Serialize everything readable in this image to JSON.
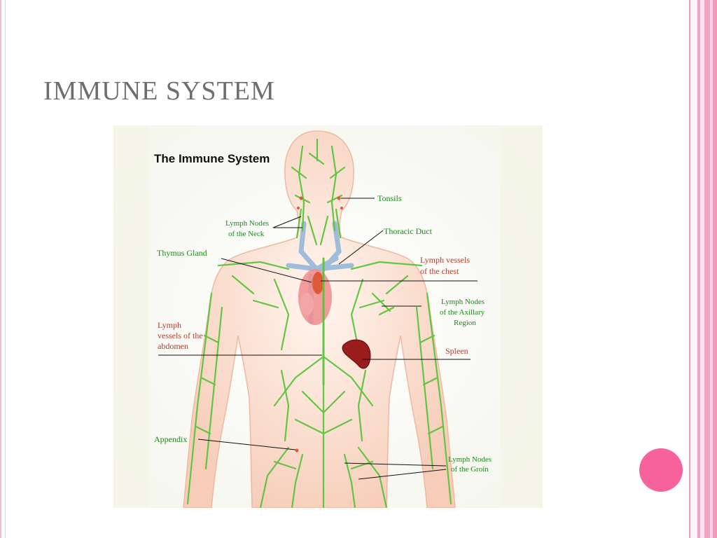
{
  "slide": {
    "title": "IMMUNE SYSTEM"
  },
  "diagram": {
    "title": "The Immune System",
    "labels": {
      "tonsils": "Tonsils",
      "neck_1": "Lymph Nodes",
      "neck_2": "of the Neck",
      "thoracic_duct": "Thoracic Duct",
      "thymus": "Thymus Gland",
      "chest_1": "Lymph vessels",
      "chest_2": "of the chest",
      "axillary_1": "Lymph Nodes",
      "axillary_2": "of the Axillary",
      "axillary_3": "Region",
      "abdomen_1": "Lymph",
      "abdomen_2": "vessels of the",
      "abdomen_3": "abdomen",
      "spleen": "Spleen",
      "appendix": "Appendix",
      "groin_1": "Lymph Nodes",
      "groin_2": "of the Groin"
    }
  },
  "colors": {
    "accent_pink": "#f7629c",
    "stripe_pink": "#f4a3c3",
    "label_green": "#1a8a1a",
    "label_red": "#c0392b",
    "lymph_green": "#5cc43c",
    "skin": "#fbe3d6",
    "heart": "#f08c8c",
    "vessel_blue": "#8fb4d8",
    "spleen": "#9b1c1c"
  }
}
